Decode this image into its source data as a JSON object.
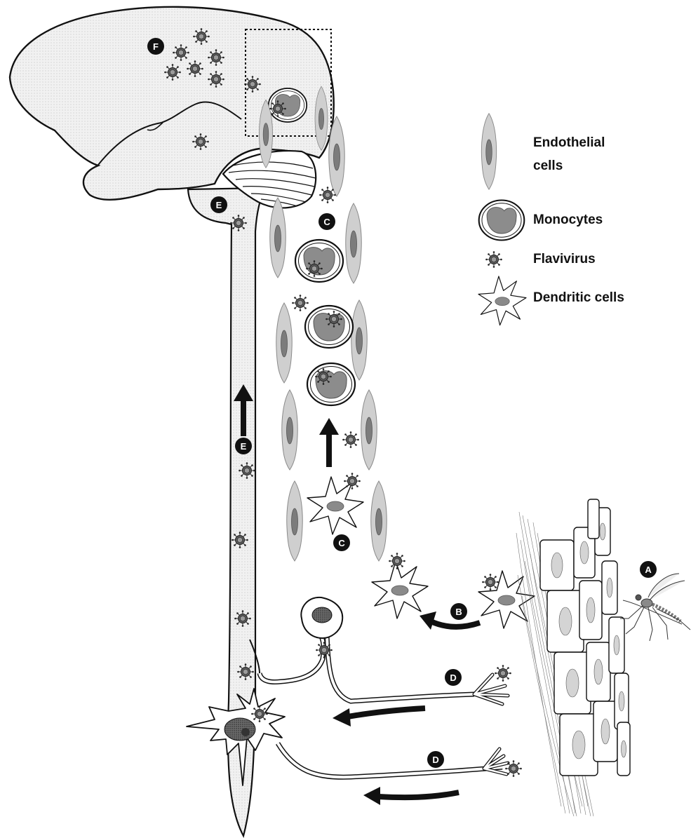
{
  "legend": {
    "endothelial_line1": "Endothelial",
    "endothelial_line2": "cells",
    "monocytes": "Monocytes",
    "flavivirus": "Flavivirus",
    "dendritic": "Dendritic cells"
  },
  "steps": {
    "a": "A",
    "b": "B",
    "c": "C",
    "d": "D",
    "e": "E",
    "f": "F"
  },
  "colors": {
    "stroke": "#111111",
    "brain_fill": "#ececec",
    "endothelial_fill": "#c8c8c8",
    "nucleus_fill": "#7a7a7a",
    "monocyte_nucleus": "#8c8c8c",
    "virus_fill": "#555555",
    "skin_fill": "#ffffff"
  }
}
